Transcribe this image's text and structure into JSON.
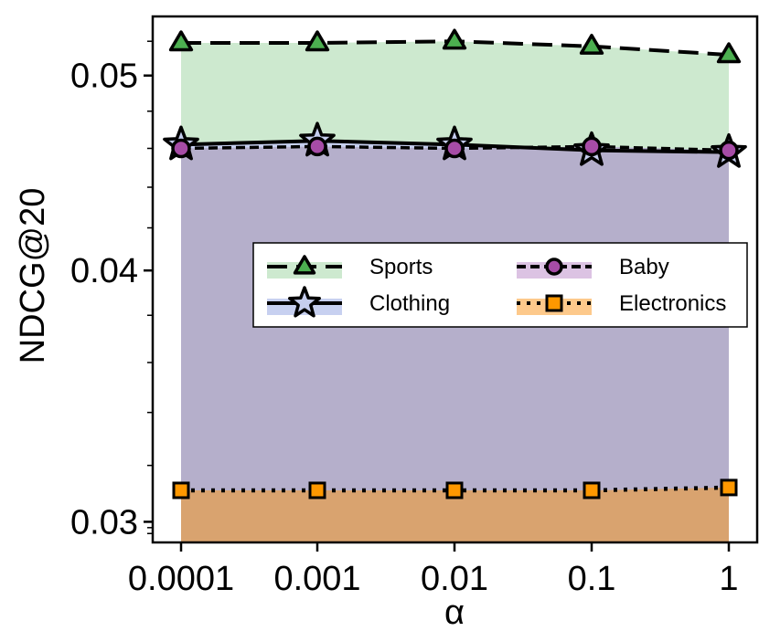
{
  "chart_data": {
    "type": "area",
    "xlabel": "α",
    "ylabel": "NDCG@20",
    "x_scale": "log",
    "y_scale": "log",
    "categories": [
      "0.0001",
      "0.001",
      "0.01",
      "0.1",
      "1"
    ],
    "x": [
      0.0001,
      0.001,
      0.01,
      0.1,
      1
    ],
    "ylim": [
      0.0293,
      0.0535
    ],
    "yticks": [
      0.03,
      0.04,
      0.05
    ],
    "ytick_labels": [
      "0.03",
      "0.04",
      "0.05"
    ],
    "grid": false,
    "legend_position": "center-right",
    "series": [
      {
        "name": "Sports",
        "values": [
          0.0519,
          0.0519,
          0.052,
          0.0517,
          0.0512
        ],
        "color": "#4caf50",
        "fill": "#cde9cf",
        "marker": "triangle",
        "line": "dashed"
      },
      {
        "name": "Baby",
        "values": [
          0.046,
          0.0461,
          0.046,
          0.0461,
          0.0459
        ],
        "color": "#a64ca6",
        "fill": "#dcc3e3",
        "marker": "circle",
        "line": "dashed-dense"
      },
      {
        "name": "Clothing",
        "values": [
          0.0462,
          0.0464,
          0.0462,
          0.0459,
          0.0458
        ],
        "color": "#c5cdee",
        "fill": "#c7d0f0",
        "marker": "star",
        "line": "solid"
      },
      {
        "name": "Electronics",
        "values": [
          0.0311,
          0.0311,
          0.0311,
          0.0311,
          0.0312
        ],
        "color": "#ff9800",
        "fill": "#fdc98b",
        "marker": "square",
        "line": "dotted"
      }
    ],
    "overlap_fill": "#b5afcb",
    "electronics_overlap_fill": "#d9a36f"
  }
}
